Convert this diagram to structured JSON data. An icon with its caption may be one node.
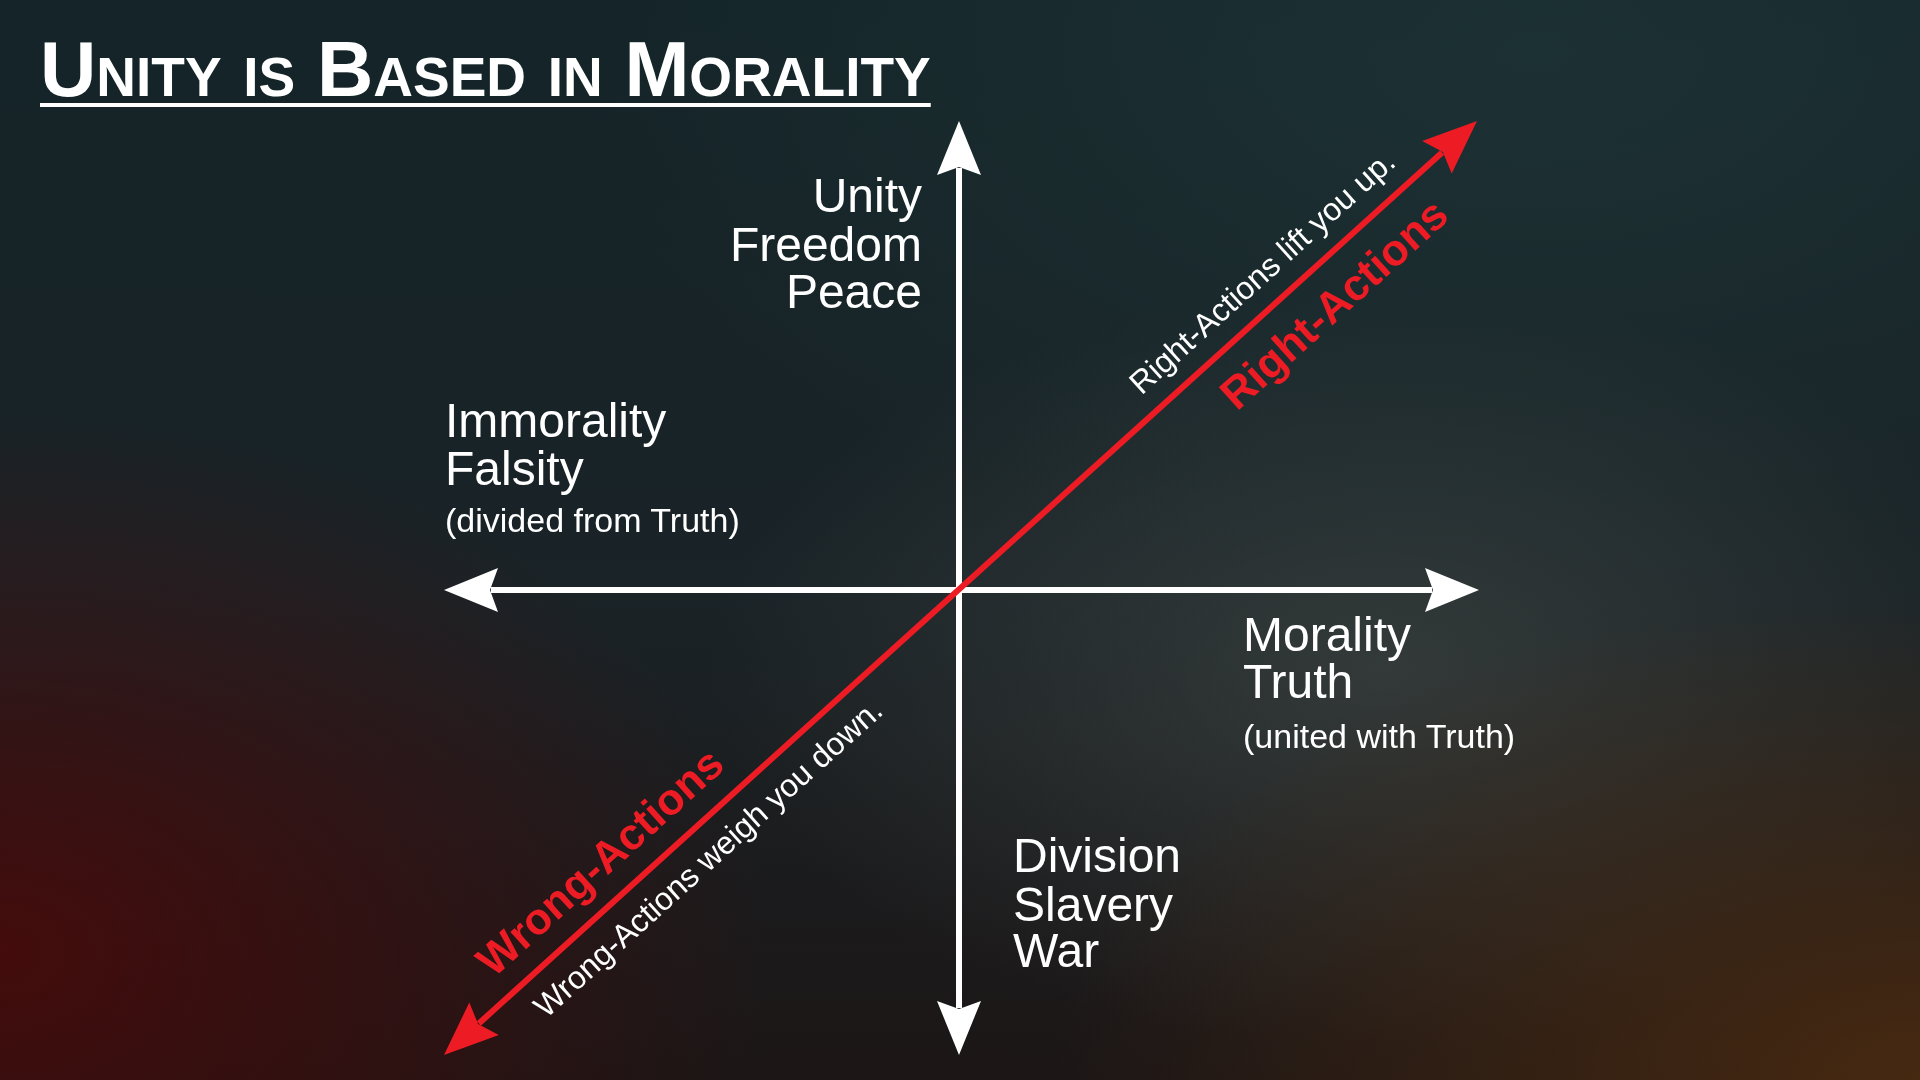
{
  "diagram": {
    "title": "Unity is Based in Morality",
    "labels": [
      "Unity",
      "Freedom",
      "Peace",
      "Immorality",
      "Falsity",
      "(divided from Truth)",
      "Right-Actions lift you up.",
      "Right-Actions",
      "Morality",
      "Truth",
      "(united with Truth)",
      "Wrong-Actions",
      "Wrong-Actions weigh you down.",
      "Division",
      "Slavery",
      "War"
    ]
  }
}
